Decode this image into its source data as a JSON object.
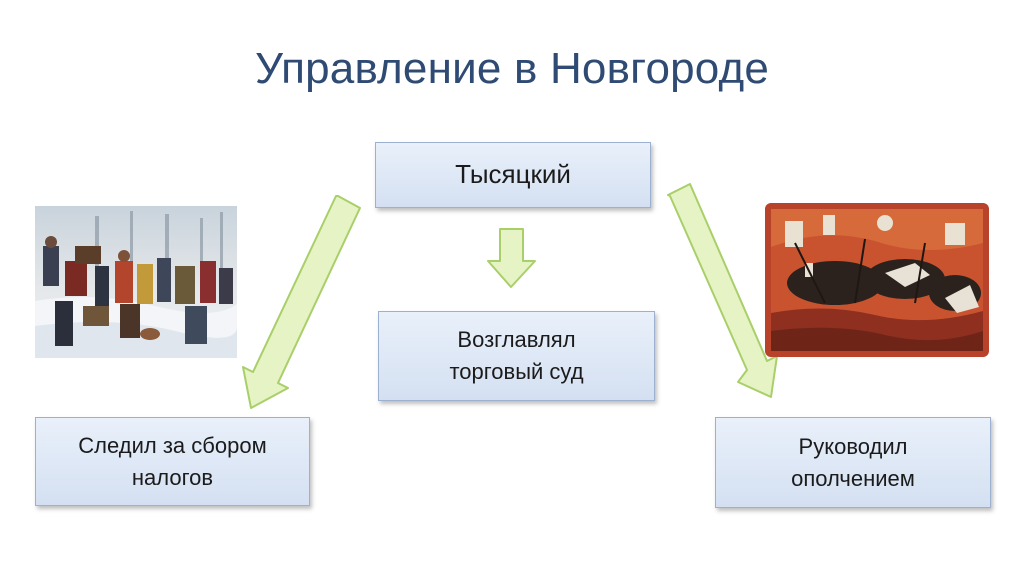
{
  "slide": {
    "title": "Управление в Новгороде"
  },
  "diagram": {
    "top_box": "Тысяцкий",
    "middle_box": [
      "Возглавлял",
      "торговый суд"
    ],
    "left_box": [
      "Следил за сбором",
      "налогов"
    ],
    "right_box": [
      "Руководил",
      "ополчением"
    ]
  },
  "colors": {
    "title": "#2f4b73",
    "box_fill_top": "#e9f0fa",
    "box_fill_bottom": "#d4e0f2",
    "box_border": "#9cb1cf",
    "arrow_fill": "#e6f3c4",
    "arrow_stroke": "#a9cf6a"
  },
  "images": {
    "left": "winter-battle-scene-painting",
    "right": "red-icon-battle-painting"
  }
}
